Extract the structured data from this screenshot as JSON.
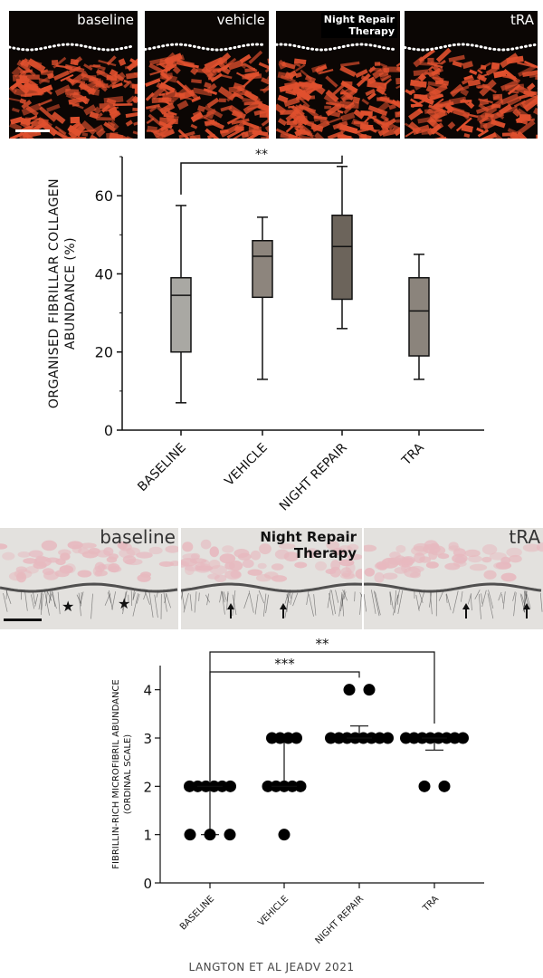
{
  "top_micrographs": {
    "tiles": [
      {
        "label": "baseline"
      },
      {
        "label": "vehicle"
      },
      {
        "label": "Night Repair\nTherapy"
      },
      {
        "label": "tRA"
      }
    ]
  },
  "bottom_micrographs": {
    "tiles": [
      {
        "label": "baseline"
      },
      {
        "label": "Night Repair\nTherapy"
      },
      {
        "label": "tRA"
      }
    ]
  },
  "colors": {
    "box_fills": [
      "#a9a8a3",
      "#8d857d",
      "#6c645b",
      "#8b847c"
    ],
    "stain_red": "#e0502e",
    "stain_pink": "#e7b9bf"
  },
  "chart_data": [
    {
      "type": "box",
      "ylabel": "ORGANISED FIBRILLAR COLLAGEN\nABUNDANCE (%)",
      "categories": [
        "BASELINE",
        "VEHICLE",
        "NIGHT REPAIR",
        "TRA"
      ],
      "ylim": [
        0,
        70
      ],
      "yticks": [
        0,
        20,
        40,
        60
      ],
      "boxes": [
        {
          "min": 7,
          "q1": 20,
          "median": 34.5,
          "q3": 39,
          "max": 57.5
        },
        {
          "min": 13,
          "q1": 34,
          "median": 44.5,
          "q3": 48.5,
          "max": 54.5
        },
        {
          "min": 26,
          "q1": 33.5,
          "median": 47,
          "q3": 55,
          "max": 67.5
        },
        {
          "min": 13,
          "q1": 19,
          "median": 30.5,
          "q3": 39,
          "max": 45
        }
      ],
      "significance": [
        {
          "from": 0,
          "to": 2,
          "label": "**"
        }
      ],
      "grid": false,
      "legend": "none"
    },
    {
      "type": "scatter",
      "ylabel": "FIBRILLIN-RICH MICROFIBRIL ABUNDANCE\n(ORDINAL SCALE)",
      "categories": [
        "BASELINE",
        "VEHICLE",
        "NIGHT REPAIR",
        "TRA"
      ],
      "ylim": [
        0,
        4.5
      ],
      "yticks": [
        0,
        1,
        2,
        3,
        4
      ],
      "groups": [
        {
          "points": [
            2,
            2,
            2,
            2,
            2,
            2,
            1,
            1,
            1
          ],
          "median": 2,
          "err": [
            1,
            2
          ]
        },
        {
          "points": [
            3,
            3,
            3,
            3,
            2,
            2,
            2,
            2,
            2,
            1
          ],
          "median": 2,
          "err": [
            2,
            3
          ]
        },
        {
          "points": [
            4,
            4,
            3,
            3,
            3,
            3,
            3,
            3,
            3,
            3
          ],
          "median": 3,
          "err": [
            3,
            3.25
          ]
        },
        {
          "points": [
            3,
            3,
            3,
            3,
            3,
            3,
            3,
            3,
            2,
            2
          ],
          "median": 3,
          "err": [
            2.75,
            3
          ]
        }
      ],
      "significance": [
        {
          "from": 0,
          "to": 2,
          "label": "***"
        },
        {
          "from": 0,
          "to": 3,
          "label": "**"
        }
      ],
      "grid": false,
      "legend": "none"
    }
  ],
  "citation": "LANGTON ET AL JEADV 2021"
}
